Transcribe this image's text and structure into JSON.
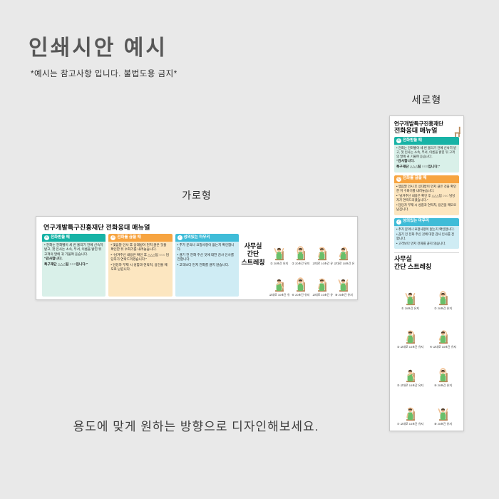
{
  "page": {
    "title": "인쇄시안 예시",
    "subtitle": "*예시는 참고사항 입니다. 불법도용 금지*",
    "label_horizontal": "가로형",
    "label_vertical": "세로형",
    "bottom_note": "용도에 맞게 원하는 방향으로 디자인해보세요."
  },
  "colors": {
    "page_bg": "#e9e9e9",
    "card_bg": "#ffffff",
    "green_header": "#17b3a6",
    "green_body": "#d9f0e9",
    "orange_header": "#f7a440",
    "orange_body": "#fce6c0",
    "blue_header": "#3fbcd8",
    "blue_body": "#cfecf4",
    "shirt_green": "#6abf69",
    "skin": "#f0c194",
    "chair_brown": "#b9895b"
  },
  "manual": {
    "title_full": "연구개발특구진흥재단 전화응대 매뉴얼",
    "title_line1": "연구개발특구진흥재단",
    "title_line2": "전화응대 매뉴얼",
    "sections": [
      {
        "label": "전화받을 때",
        "icon": "phone-icon",
        "bullets": [
          "전화는 전화벨이 세 번 울리기 전에 신속히 받고, 첫 인사는 소속, 부서, 이름을 밝힌 뒤 고객의 말에 귀 기울여 듣습니다."
        ],
        "quote_line1": "\"감사합니다.",
        "quote_line2": "특구재단 △△△팀 ○○○입니다.\""
      },
      {
        "label": "전화를 끊을 때",
        "icon": "phone-down-icon",
        "bullets": [
          "맺음말 인사 후 상대방이 먼저 끊은 것을 확인한 뒤 수화기를 내려놓습니다.",
          "\"남겨주신 내용은 확인 후 △△△팀 ○○○ 담당자가 연락드리겠습니다.\"",
          "담당자 부재 시 성함과 연락처, 용건을 메모로 남깁니다."
        ]
      },
      {
        "label": "성의있는 마무리",
        "icon": "check-icon",
        "bullets": [
          "추가 문의나 요청사항이 없는지 확인합니다.",
          "끊기 전 전화 주신 것에 대한 감사 인사를 전합니다.",
          "고객보다 먼저 전화를 끊지 않습니다."
        ]
      }
    ]
  },
  "stretching": {
    "title_line1": "사무실",
    "title_line2": "간단",
    "title_line3": "스트레칭",
    "title_v_line1": "사무실",
    "title_v_line2": "간단 스트레칭",
    "items": [
      {
        "num": "①",
        "caption": "20초간 유지",
        "pose": "arms-up"
      },
      {
        "num": "②",
        "caption": "20초간 유지",
        "pose": "overhead-clasp"
      },
      {
        "num": "③",
        "caption": "교대로 10초간 유지",
        "pose": "neck-stretch"
      },
      {
        "num": "④",
        "caption": "교대로 10초간 유지",
        "pose": "arm-behind-head"
      },
      {
        "num": "⑤",
        "caption": "교대로 10초간 유지",
        "pose": "arm-across"
      },
      {
        "num": "⑥",
        "caption": "20초간 유지",
        "pose": "overhead-clasp"
      },
      {
        "num": "⑦",
        "caption": "교대로 10초간 유지",
        "pose": "neck-stretch"
      },
      {
        "num": "⑧",
        "caption": "20초간 유지",
        "pose": "arms-up"
      }
    ]
  }
}
